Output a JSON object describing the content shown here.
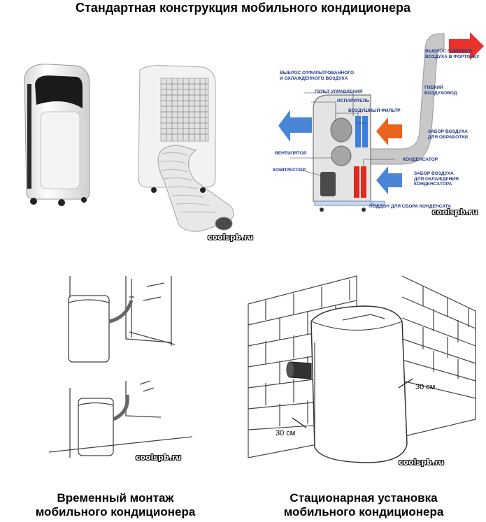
{
  "title": "Стандартная конструкция мобильного кондиционера",
  "watermark": "coolspb.ru",
  "diagram_labels": {
    "hot_air_out": [
      "ВЫБРОС ГОРЯЧЕГО",
      "ВОЗДУХА В ФОРТОЧКУ"
    ],
    "filtered_air_out": [
      "ВЫБРОС ОТФИЛЬТРОВАННОГО",
      "И ОХЛАЖДЕННОГО ВОЗДУХА"
    ],
    "control_panel": "ПУЛЬТ УПРАВЛЕНИЯ",
    "evaporator": "ИСПАРИТЕЛЬ",
    "air_filter": "ВОЗДУШНЫЙ ФИЛЬТР",
    "flexible_duct": [
      "ГИБКИЙ",
      "ВОЗДУХОВОД"
    ],
    "intake_processing": [
      "ЗАБОР ВОЗДУХА",
      "ДЛЯ ОБРАБОТКИ"
    ],
    "fan": "ВЕНТИЛЯТОР",
    "condenser": "КОНДЕНСАТОР",
    "compressor": "КОМПРЕССОР",
    "intake_condenser": [
      "ЗАБОР ВОЗДУХА",
      "ДЛЯ ОХЛАЖДЕНИЯ",
      "КОНДЕНСАТОРА"
    ],
    "condensate_tray": "ПОДДОН ДЛЯ СБОРА КОНДЕНСАТА"
  },
  "distance_left": "30 см",
  "distance_right": "30 см",
  "caption_left": [
    "Временный монтаж",
    "мобильного кондиционера"
  ],
  "caption_right": [
    "Стационарная установка",
    "мобильного кондиционера"
  ],
  "colors": {
    "label_blue": "#1f3a8a",
    "arrow_red": "#e8322a",
    "arrow_orange": "#e8641e",
    "arrow_blue": "#4a86d8",
    "duct_gray": "#c8c8c8"
  }
}
